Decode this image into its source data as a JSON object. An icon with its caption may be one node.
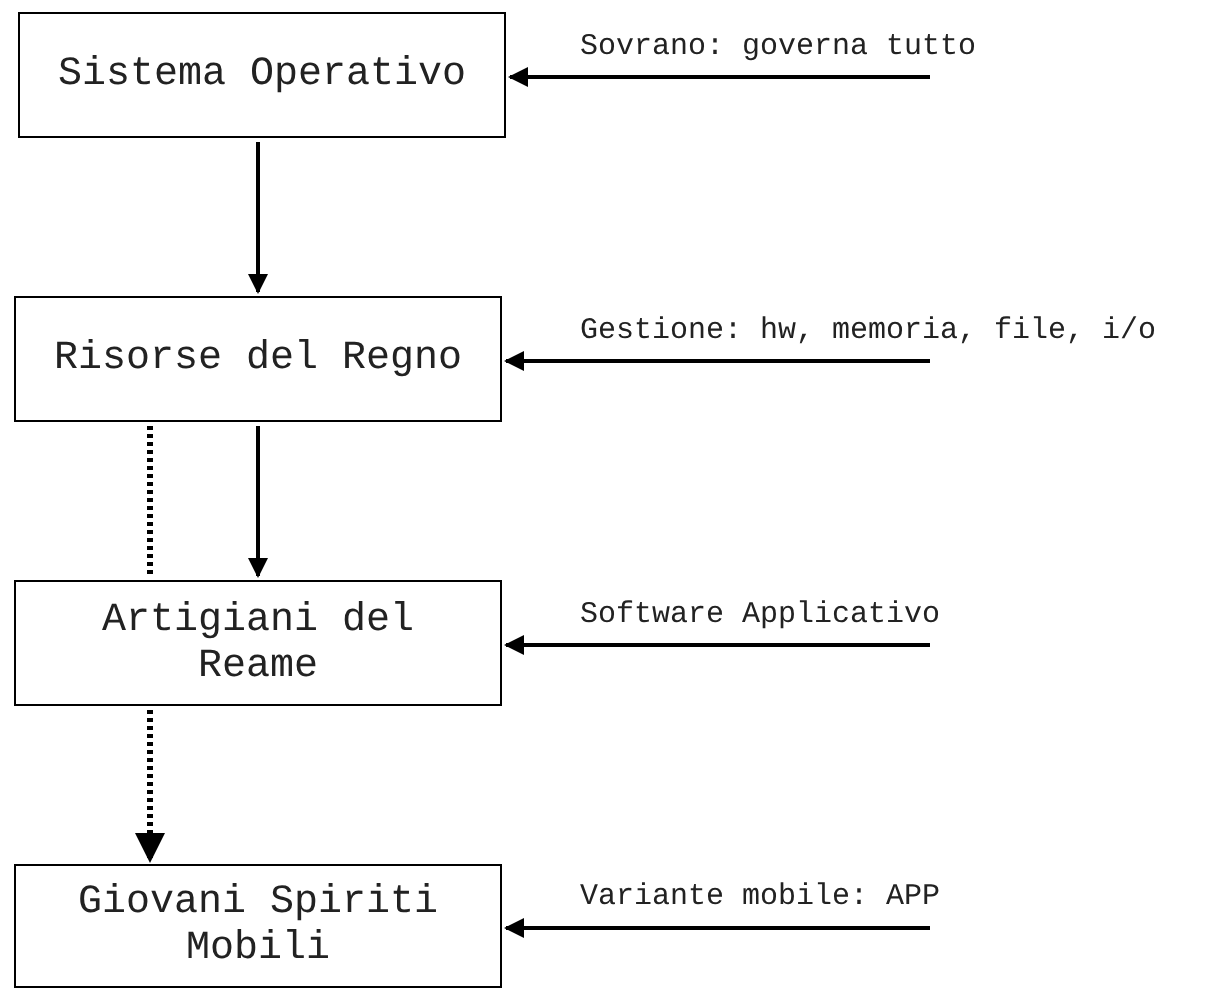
{
  "diagram": {
    "nodes": [
      {
        "text": [
          "Sistema Operativo"
        ]
      },
      {
        "text": [
          "Risorse del Regno"
        ]
      },
      {
        "text": [
          "Artigiani del Reame"
        ]
      },
      {
        "text": [
          "Giovani Spiriti Mobili"
        ]
      }
    ],
    "edges": [
      {
        "from": 0,
        "to": 1,
        "arrow": "to"
      },
      {
        "from": 1,
        "to": 2,
        "arrow": "none",
        "style": "dashed"
      },
      {
        "from": 1,
        "to": 2,
        "arrow": "to"
      },
      {
        "from": 2,
        "to": 3,
        "arrow": "to",
        "style": "dashed"
      },
      {
        "from": null,
        "to": 0,
        "arrow": "to",
        "label": "Sovrano: governa tutto"
      },
      {
        "from": null,
        "to": 1,
        "arrow": "to",
        "label": "Gestione: hw, memoria, file, i/o"
      },
      {
        "from": null,
        "to": 2,
        "arrow": "to",
        "label": "Software Applicativo"
      },
      {
        "from": null,
        "to": 3,
        "arrow": "to",
        "label": "Variante mobile: APP"
      }
    ]
  }
}
